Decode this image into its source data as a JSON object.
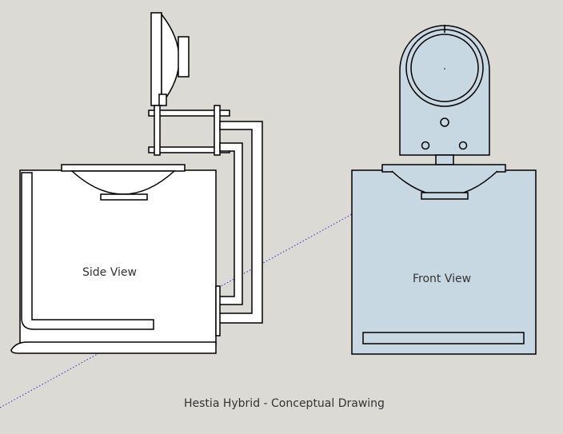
{
  "labels": {
    "side_view": "Side View",
    "front_view": "Front View",
    "caption": "Hestia Hybrid - Conceptual Drawing"
  },
  "colors": {
    "background": "#dcdad5",
    "stroke": "#000000",
    "front_fill": "#c8d8e2",
    "side_fill": "#ffffff",
    "guide_line": "#3030c0"
  }
}
